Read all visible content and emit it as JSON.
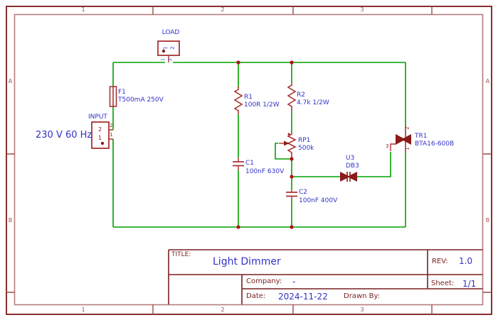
{
  "frame": {
    "columns": [
      "1",
      "2",
      "3"
    ],
    "rows": [
      "A",
      "B"
    ]
  },
  "title_block": {
    "title_label": "TITLE:",
    "title": "Light Dimmer",
    "rev_label": "REV:",
    "rev": "1.0",
    "company_label": "Company:",
    "company": "-",
    "sheet_label": "Sheet:",
    "sheet": "1/1",
    "date_label": "Date:",
    "date": "2024-11-22",
    "drawn_by_label": "Drawn By:"
  },
  "components": {
    "load": {
      "label": "LOAD",
      "pin1": "1",
      "pin2": "2"
    },
    "input": {
      "label": "INPUT",
      "pin1": "1",
      "pin2": "2",
      "note": "230 V 60 Hz"
    },
    "f1": {
      "ref": "F1",
      "value": "T500mA 250V"
    },
    "r1": {
      "ref": "R1",
      "value": "100R 1/2W"
    },
    "r2": {
      "ref": "R2",
      "value": "4.7k 1/2W"
    },
    "rp1": {
      "ref": "RP1",
      "value": "500k"
    },
    "c1": {
      "ref": "C1",
      "value": "100nF 630V"
    },
    "c2": {
      "ref": "C2",
      "value": "100nF 400V"
    },
    "u3": {
      "ref": "U3",
      "value": "DB3"
    },
    "tr1": {
      "ref": "TR1",
      "value": "BTA16-600B",
      "pin1": "1",
      "pin2": "2",
      "pin3": "3"
    }
  },
  "colors": {
    "wire_green": "#00a000",
    "symbol_red": "#aa3333",
    "symbol_fill": "#8b1a1a",
    "value_text_blue": "#3232c8",
    "pin_number_red": "#8b1a1a",
    "frame_red": "#a05252",
    "frame_outer_red": "#8b2f2f",
    "title_block_red": "#7a1f1f",
    "junction_red": "#b01414"
  }
}
